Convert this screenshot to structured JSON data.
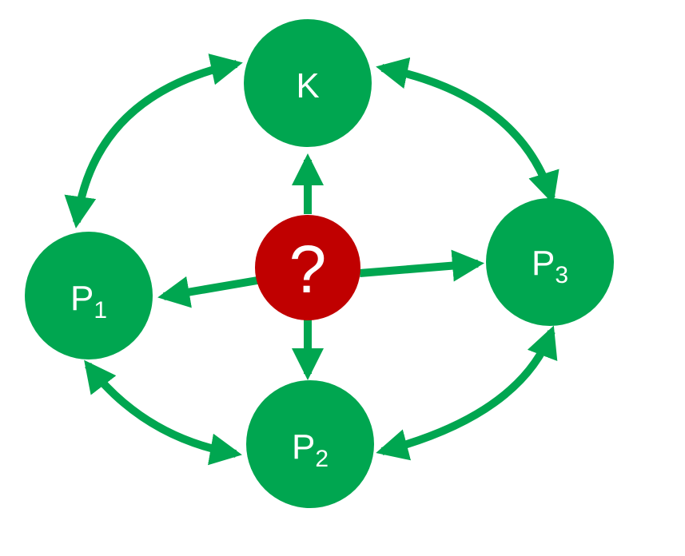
{
  "colors": {
    "node_fill": "#00A650",
    "arrow": "#00A650",
    "center_fill": "#C00000",
    "label_text": "#FFFFFF",
    "background": "#FFFFFF"
  },
  "nodes": {
    "k": {
      "label": "K"
    },
    "p1": {
      "label": "P",
      "subscript": "1"
    },
    "p2": {
      "label": "P",
      "subscript": "2"
    },
    "p3": {
      "label": "P",
      "subscript": "3"
    },
    "center": {
      "label": "?"
    }
  },
  "connections": [
    {
      "from": "center",
      "to": "k",
      "direction": "one-way"
    },
    {
      "from": "center",
      "to": "p1",
      "direction": "one-way"
    },
    {
      "from": "center",
      "to": "p2",
      "direction": "one-way"
    },
    {
      "from": "center",
      "to": "p3",
      "direction": "one-way"
    },
    {
      "from": "k",
      "to": "p1",
      "direction": "two-way"
    },
    {
      "from": "k",
      "to": "p3",
      "direction": "two-way"
    },
    {
      "from": "p1",
      "to": "p2",
      "direction": "two-way"
    },
    {
      "from": "p2",
      "to": "p3",
      "direction": "two-way"
    }
  ]
}
